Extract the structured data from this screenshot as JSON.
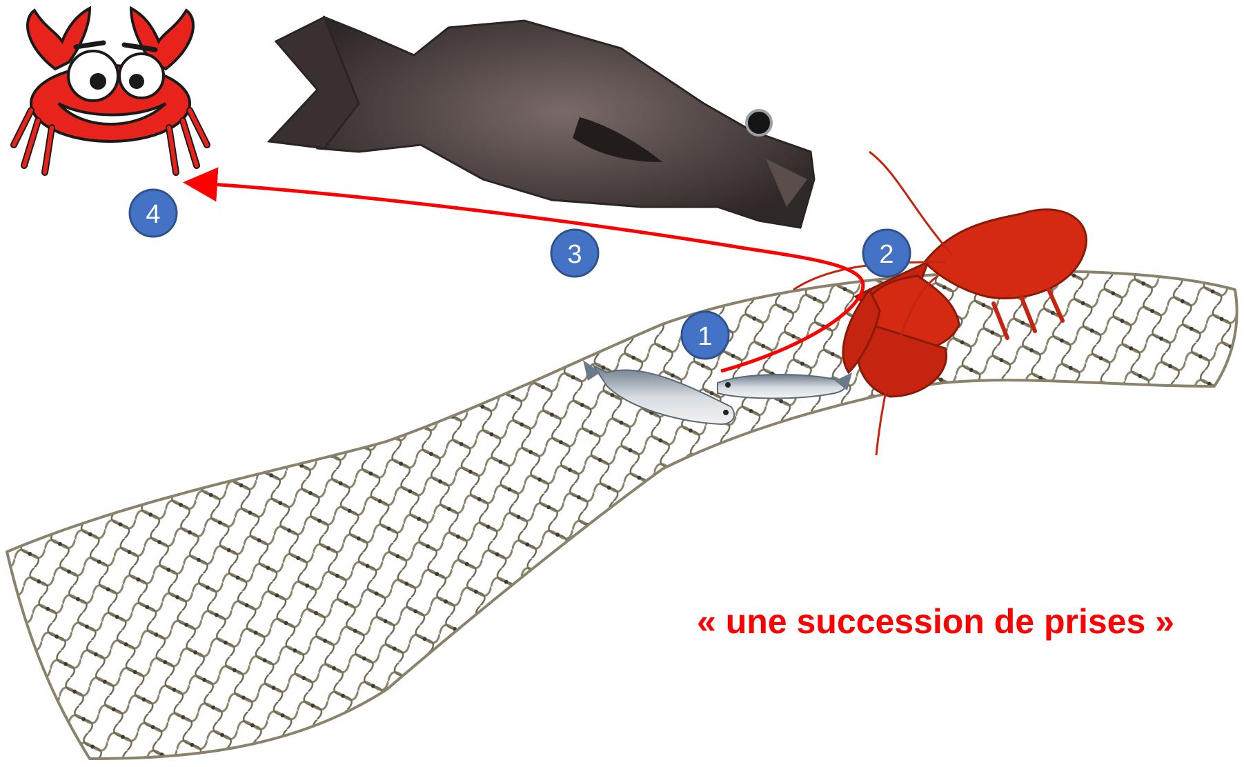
{
  "caption": "« une succession de prises »",
  "colors": {
    "accent": "#ff0000",
    "marker_fill": "#4472c4",
    "marker_stroke": "#2f528f",
    "crab": "#e8231b",
    "lobster": "#d42a12",
    "net": "#8a826a",
    "grouper": "#4a403e",
    "sardine": "#a9b0b8"
  },
  "icons": {
    "crab": "crab-icon",
    "grouper": "grouper-fish-icon",
    "lobster": "lobster-icon",
    "sardines": "sardine-icon",
    "net": "fishing-net-icon"
  },
  "steps": [
    "1",
    "2",
    "3",
    "4"
  ]
}
